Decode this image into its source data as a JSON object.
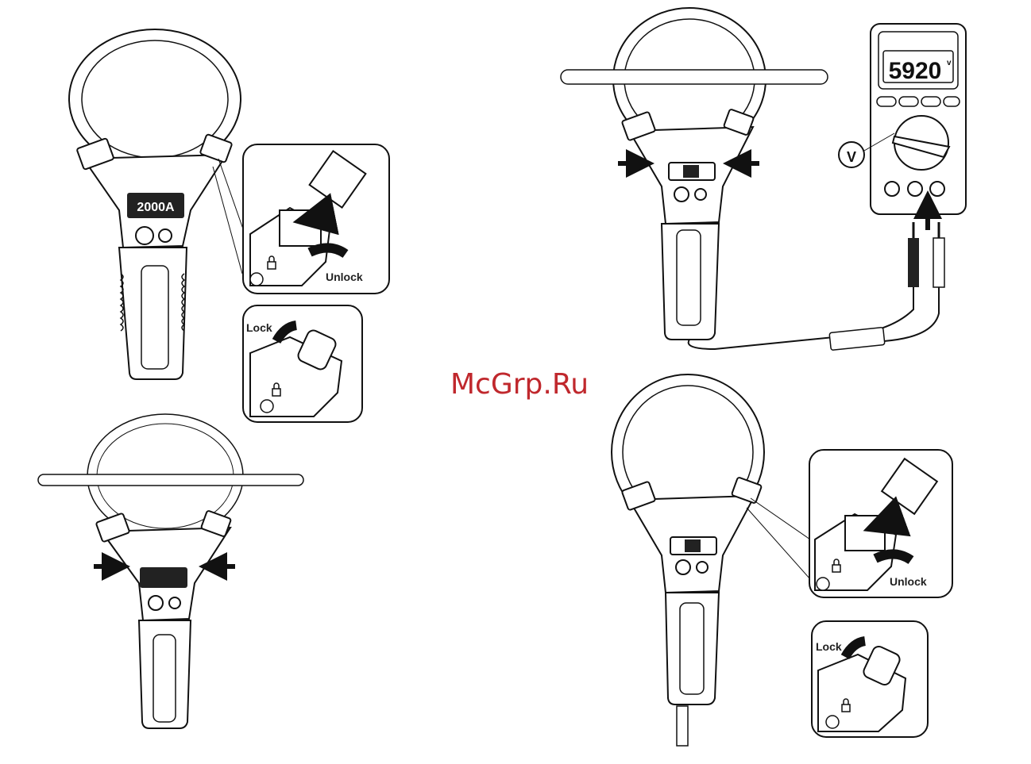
{
  "watermark": {
    "text": "McGrp.Ru",
    "color": "#c0282d"
  },
  "labels": {
    "unlock": "Unlock",
    "lock": "Lock",
    "meter_display": "5920",
    "meter_display_suffix": "v",
    "voltage_symbol": "V",
    "probe_display": "2000A"
  },
  "colors": {
    "line": "#111111",
    "fill": "#ffffff",
    "dark": "#222222"
  },
  "icons": [
    "lock-icon",
    "arrow-icon",
    "unlock-arrow-icon",
    "lock-arrow-icon"
  ]
}
